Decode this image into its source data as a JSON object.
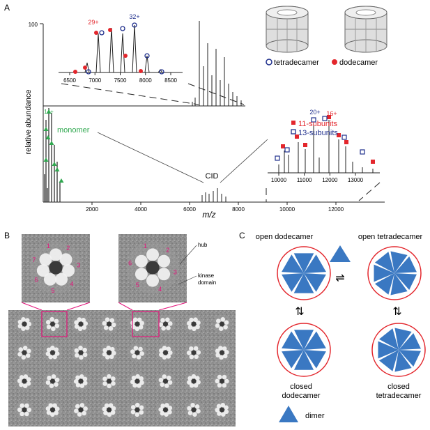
{
  "panels": {
    "a": "A",
    "b": "B",
    "c": "C"
  },
  "spectrum": {
    "ylabel": "relative abundance",
    "xlabel": "m/z",
    "y_top_tick": "100",
    "x_ticks": [
      "2000",
      "4000",
      "6000",
      "8000",
      "10000",
      "12000"
    ],
    "cid_label": "CID",
    "monomer_label": "monomer",
    "monomer_charge": "14+",
    "inset_top": {
      "ticks": [
        "6500",
        "7000",
        "7500",
        "8000",
        "8500"
      ],
      "charge_red": "29+",
      "charge_blue": "32+"
    },
    "inset_bottom": {
      "ticks": [
        "10000",
        "11000",
        "12000",
        "13000"
      ],
      "charge_blue": "20+",
      "charge_red": "16+"
    },
    "legend_top": {
      "tetradecamer": "tetradecamer",
      "dodecamer": "dodecamer"
    },
    "legend_bottom": {
      "eleven": "11-subunits",
      "thirteen": "13-subunits"
    }
  },
  "em": {
    "hub_label": "hub",
    "kinase_label": "kinase\ndomain",
    "left_numbers": [
      "1",
      "2",
      "3",
      "4",
      "5",
      "6",
      "7"
    ],
    "right_numbers": [
      "1",
      "2",
      "3",
      "4",
      "5",
      "6"
    ]
  },
  "scheme": {
    "open_dodecamer": "open dodecamer",
    "open_tetradecamer": "open tetradecamer",
    "closed_dodecamer_1": "closed",
    "closed_dodecamer_2": "dodecamer",
    "closed_tetradecamer_1": "closed",
    "closed_tetradecamer_2": "tetradecamer",
    "dimer": "dimer",
    "eq_h": "⇌",
    "eq_v": "⇅"
  },
  "colors": {
    "red": "#e3262c",
    "blue": "#1f2f8c",
    "green": "#2fa84f",
    "magenta": "#e3147b",
    "tri": "#3a78c2"
  }
}
